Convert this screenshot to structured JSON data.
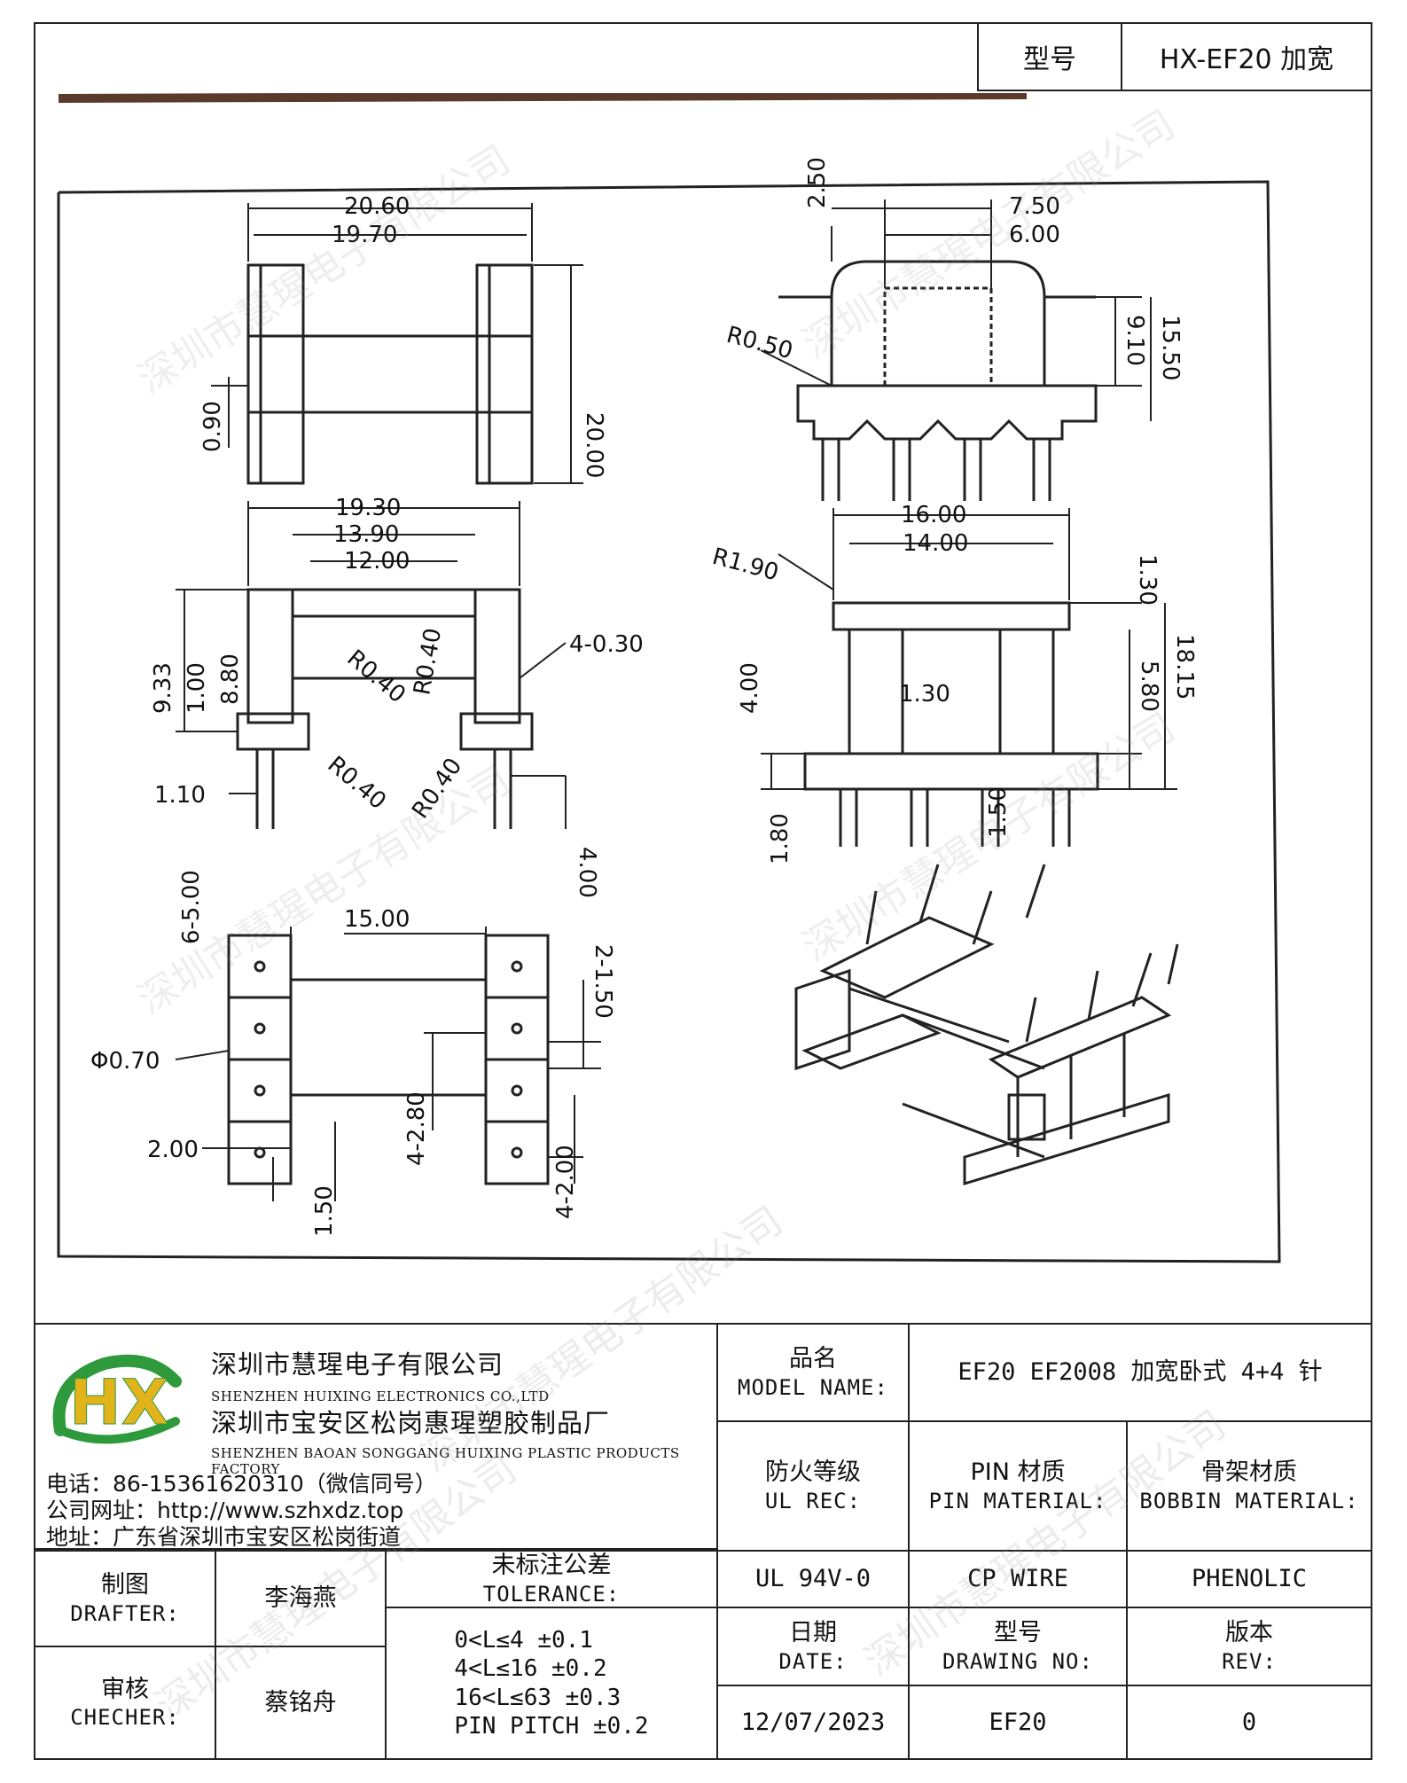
{
  "header": {
    "model_label": "型号",
    "model_value": "HX-EF20 加宽"
  },
  "drawing": {
    "dimensions": {
      "d1": "20.60",
      "d2": "19.70",
      "d3": "20.00",
      "d4": "0.90",
      "d5": "7.50",
      "d6": "6.00",
      "d7": "2.50",
      "d8": "9.10",
      "d9": "15.50",
      "d10": "R0.50",
      "d11": "19.30",
      "d12": "13.90",
      "d13": "12.00",
      "d14": "9.33",
      "d15": "1.00",
      "d16": "8.80",
      "d17": "R0.40",
      "d18": "R0.40",
      "d19": "4-0.30",
      "d20": "R0.40",
      "d21": "R0.40",
      "d22": "1.10",
      "d23": "4.00",
      "d24": "16.00",
      "d25": "14.00",
      "d26": "R1.90",
      "d27": "1.30",
      "d28": "18.15",
      "d29": "5.80",
      "d30": "4.00",
      "d31": "1.30",
      "d32": "1.80",
      "d33": "1.50",
      "d34": "6-5.00",
      "d35": "15.00",
      "d36": "2-1.50",
      "d37": "Φ0.70",
      "d38": "4-2.80",
      "d39": "4-2.00",
      "d40": "2.00",
      "d41": "1.50"
    }
  },
  "company": {
    "name_cn": "深圳市慧瑆电子有限公司",
    "name_en": "SHENZHEN HUIXING ELECTRONICS CO.,LTD",
    "factory_cn": "深圳市宝安区松岗惠瑆塑胶制品厂",
    "factory_en": "SHENZHEN BAOAN SONGGANG HUIXING PLASTIC PRODUCTS FACTORY",
    "phone": "电话：86-15361620310（微信同号）",
    "website": "公司网址：http://www.szhxdz.top",
    "address": "地址：广东省深圳市宝安区松岗街道",
    "logo_text": "HX",
    "watermark": "深圳市慧瑆电子有限公司"
  },
  "title_block": {
    "model_name_zh": "品名",
    "model_name_en": "MODEL NAME:",
    "model_name_value": "EF20 EF2008 加宽卧式 4+4 针",
    "ul_zh": "防火等级",
    "ul_en": "UL REC:",
    "pin_zh": "PIN 材质",
    "pin_en": "PIN MATERIAL:",
    "bobbin_zh": "骨架材质",
    "bobbin_en": "BOBBIN MATERIAL:",
    "ul_value": "UL 94V-0",
    "pin_value": "CP WIRE",
    "bobbin_value": "PHENOLIC",
    "drafter_zh": "制图",
    "drafter_en": "DRAFTER:",
    "drafter_name": "李海燕",
    "checker_zh": "审核",
    "checker_en": "CHECHER:",
    "checker_name": "蔡铭舟",
    "tolerance_zh": "未标注公差",
    "tolerance_en": "TOLERANCE:",
    "tolerances": [
      "0<L≤4  ±0.1",
      "4<L≤16 ±0.2",
      "16<L≤63 ±0.3",
      "PIN PITCH ±0.2"
    ],
    "date_zh": "日期",
    "date_en": "DATE:",
    "date_value": "12/07/2023",
    "drawing_no_zh": "型号",
    "drawing_no_en": "DRAWING NO:",
    "drawing_no_value": "EF20",
    "rev_zh": "版本",
    "rev_en": "REV:",
    "rev_value": "0"
  },
  "colors": {
    "logo_green": "#2e9a3c",
    "logo_yellow": "#e3b31c",
    "line": "#222222"
  }
}
